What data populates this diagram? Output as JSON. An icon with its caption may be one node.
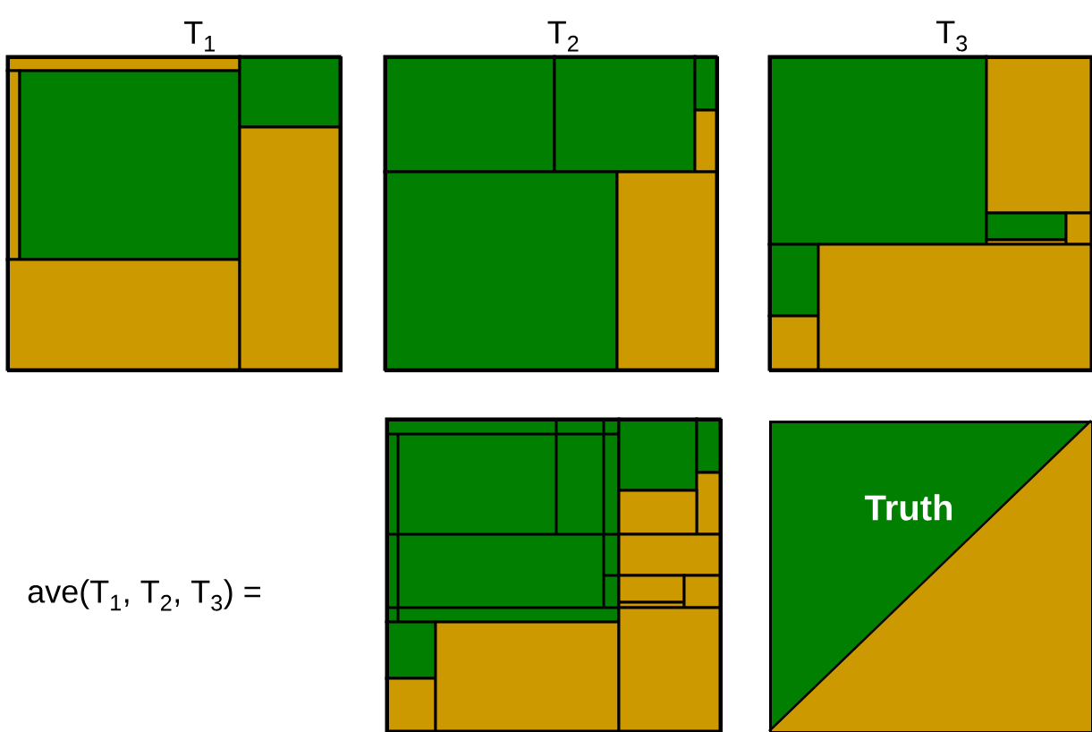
{
  "diagram": {
    "nodes": [
      {
        "text": [
          "T$_{1}$"
        ]
      },
      {
        "text": [
          "T$_{2}$"
        ]
      },
      {
        "text": [
          "T$_{3}$"
        ]
      },
      {
        "text": [],
        "shape": "box",
        "beside": [
          "ave(T$_{1}$, T$_{2}$, T$_{3}$) ="
        ]
      },
      {
        "text": [
          "Truth"
        ]
      }
    ]
  }
}
